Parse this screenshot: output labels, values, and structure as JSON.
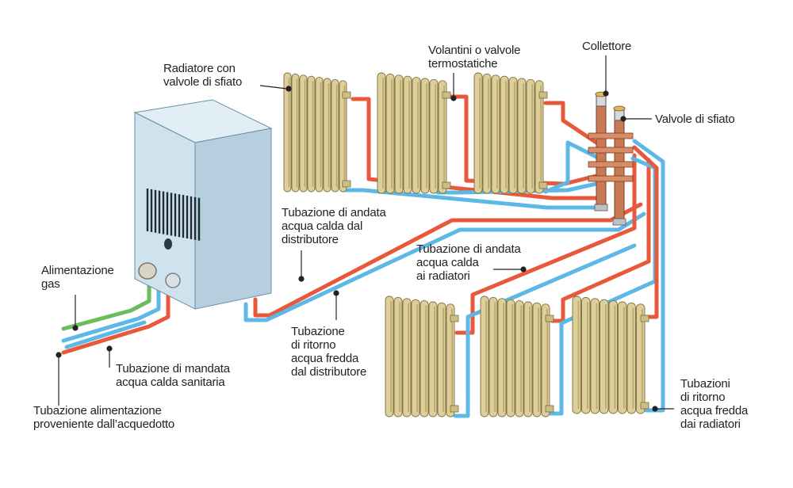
{
  "colors": {
    "hot_pipe": "#e8583a",
    "cold_pipe": "#5cb8e6",
    "gas_pipe": "#6bbd5b",
    "radiator_fill": "#ddcf9a",
    "radiator_shade": "#b8a66a",
    "boiler_front": "#cfe3ee",
    "boiler_side": "#b5cfde",
    "collector": "#c97a55"
  },
  "labels": {
    "radiator_vents": [
      "Radiatore con",
      "valvole di sfiato"
    ],
    "thermostatic_valves": [
      "Volantini o valvole",
      "termostatiche"
    ],
    "collector": [
      "Collettore"
    ],
    "vent_valves": [
      "Valvole di sfiato"
    ],
    "gas_supply": [
      "Alimentazione",
      "gas"
    ],
    "hot_supply_from_distributor": [
      "Tubazione di andata",
      "acqua calda dal",
      "distributore"
    ],
    "hot_supply_to_radiators": [
      "Tubazione di andata",
      "acqua calda",
      "ai radiatori"
    ],
    "cold_return_from_distributor": [
      "Tubazione",
      "di ritorno",
      "acqua fredda",
      "dal distributore"
    ],
    "sanitary_hot_water": [
      "Tubazione di mandata",
      "acqua calda sanitaria"
    ],
    "aqueduct_supply": [
      "Tubazione alimentazione",
      "proveniente dall’acquedotto"
    ],
    "cold_return_from_radiators": [
      "Tubazioni",
      "di ritorno",
      "acqua fredda",
      "dai radiatori"
    ]
  }
}
